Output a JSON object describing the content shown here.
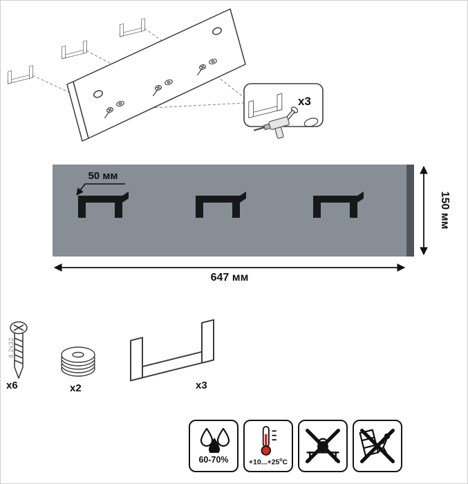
{
  "exploded_view": {
    "callout_quantity": "x3"
  },
  "panel_view": {
    "hook_offset_label": "50 мм",
    "height_label": "150 мм",
    "width_label": "647 мм",
    "panel_color": "#878e95",
    "panel_edge_color": "#50565c",
    "hook_color": "#17181a"
  },
  "hardware": {
    "screw_quantity": "x6",
    "screw_size": "4,2x32",
    "washer_quantity": "x2",
    "bracket_quantity": "x3"
  },
  "care": {
    "humidity_range": "60-70%",
    "temperature_range": "+10...+25",
    "temperature_degree": "о",
    "temperature_unit": "С"
  },
  "icons": {
    "humidity": "water-drops-icon",
    "temperature": "thermometer-icon",
    "load_warning": "no-heavy-load-icon",
    "move_warning": "no-climb-push-icon"
  }
}
